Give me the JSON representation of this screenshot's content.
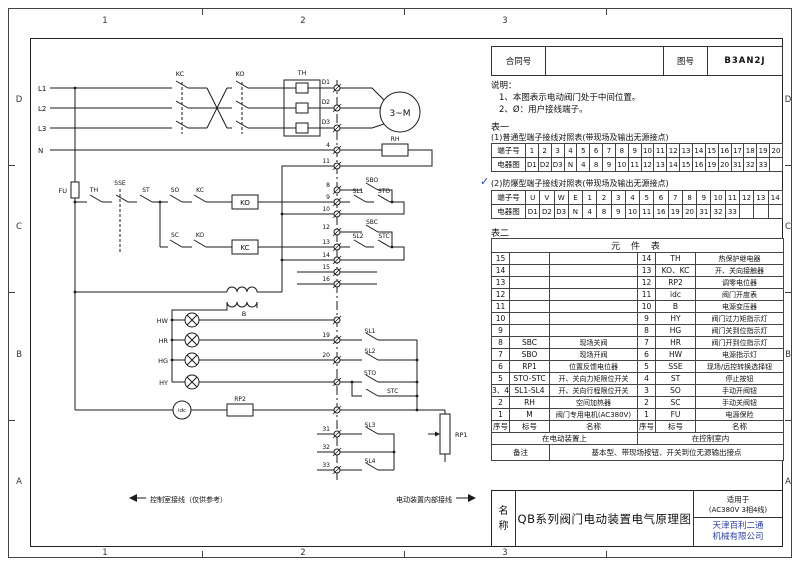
{
  "sheet": {
    "zone_cols": [
      "1",
      "2",
      "3"
    ],
    "zone_rows": [
      "D",
      "C",
      "B",
      "A"
    ]
  },
  "header_block": {
    "contract_label": "合同号",
    "contract_value": "",
    "drawing_no_label": "图号",
    "drawing_no": "B3AN2J"
  },
  "notes": {
    "title": "说明：",
    "items": [
      "1、本图表示电动阀门处于中间位置。",
      "2、Ø：用户接线端子。"
    ]
  },
  "table_one": {
    "title": "表一",
    "normal_caption": "(1)普通型端子接线对照表(带现场及输出无源接点)",
    "ex_check": "✓",
    "ex_caption": "(2)防爆型端子接线对照表(带现场及输出无源接点)",
    "terminal_label": "端子号",
    "wire_label": "电器图",
    "normal_terminals": [
      "1",
      "2",
      "3",
      "4",
      "5",
      "6",
      "7",
      "8",
      "9",
      "10",
      "11",
      "12",
      "13",
      "14",
      "15",
      "16",
      "17",
      "18",
      "19",
      "20"
    ],
    "normal_wires": [
      "D1",
      "D2",
      "D3",
      "N",
      "4",
      "8",
      "9",
      "10",
      "11",
      "12",
      "13",
      "14",
      "15",
      "16",
      "19",
      "20",
      "31",
      "32",
      "33",
      ""
    ],
    "ex_terminals": [
      "U",
      "V",
      "W",
      "E",
      "1",
      "2",
      "3",
      "4",
      "5",
      "6",
      "7",
      "8",
      "9",
      "10",
      "11",
      "12",
      "13",
      "14"
    ],
    "ex_wires": [
      "D1",
      "D2",
      "D3",
      "N",
      "4",
      "8",
      "9",
      "10",
      "11",
      "16",
      "19",
      "20",
      "31",
      "32",
      "33",
      "",
      "",
      ""
    ]
  },
  "table_two": {
    "title": "表二",
    "header": "元 件 表",
    "col_headers": [
      "序号",
      "标号",
      "名称",
      "序号",
      "标号",
      "名称"
    ],
    "rows": [
      [
        "15",
        "",
        "",
        "14",
        "TH",
        "热保护继电器"
      ],
      [
        "14",
        "",
        "",
        "13",
        "KO、KC",
        "开、关向接触器"
      ],
      [
        "13",
        "",
        "",
        "12",
        "RP2",
        "调零电位器"
      ],
      [
        "12",
        "",
        "",
        "11",
        "idc",
        "阀门开度表"
      ],
      [
        "11",
        "",
        "",
        "10",
        "B",
        "电源变压器"
      ],
      [
        "10",
        "",
        "",
        "9",
        "HY",
        "阀门过力矩指示灯"
      ],
      [
        "9",
        "",
        "",
        "8",
        "HG",
        "阀门关到位指示灯"
      ],
      [
        "8",
        "SBC",
        "现场关阀",
        "7",
        "HR",
        "阀门开到位指示灯"
      ],
      [
        "7",
        "SBO",
        "现场开阀",
        "6",
        "HW",
        "电源指示灯"
      ],
      [
        "6",
        "RP1",
        "位置反馈电位器",
        "5",
        "SSE",
        "现场/远控转换选择钮"
      ],
      [
        "5",
        "STO-STC",
        "开、关向力矩限位开关",
        "4",
        "ST",
        "停止按钮"
      ],
      [
        "3、4",
        "SL1-SL4",
        "开、关向行程限位开关",
        "3",
        "SO",
        "手动开阀钮"
      ],
      [
        "2",
        "RH",
        "空间加热器",
        "2",
        "SC",
        "手动关阀钮"
      ],
      [
        "1",
        "M",
        "阀门专用电机(AC380V)",
        "1",
        "FU",
        "电源保险"
      ]
    ],
    "location_left": "在电动装置上",
    "location_right": "在控制室内",
    "remark_label": "备注",
    "remark_text": "基本型、带现场按钮、开关到位无源输出接点"
  },
  "title_block": {
    "name_label": "名称",
    "name_value": "QB系列阀门电动装置电气原理图",
    "apply_label": "适用于",
    "apply_spec": "(AC380V 3相4线)",
    "company_line1": "天津百利二通",
    "company_line2": "机械有限公司"
  },
  "schematic": {
    "phases": [
      "L1",
      "L2",
      "L3",
      "N"
    ],
    "labels": {
      "kc": "KC",
      "ko": "KO",
      "th_power": "TH",
      "d1": "D1",
      "d2": "D2",
      "d3": "D3",
      "motor": "3~M",
      "rh": "RH",
      "fu": "FU",
      "th": "TH",
      "sse": "SSE",
      "st": "ST",
      "so": "SO",
      "sc": "SC",
      "kc_aux": "KC",
      "ko_aux": "KO",
      "ko_coil": "KO",
      "kc_coil": "KC",
      "sbo": "SBO",
      "sbc": "SBC",
      "sl1": "SL1",
      "sto": "STO",
      "sl2": "SL2",
      "stc": "STC",
      "hw": "HW",
      "hr": "HR",
      "hg": "HG",
      "hy": "HY",
      "b": "B",
      "idc": "idc",
      "rp2": "RP2",
      "rp1": "RP1",
      "sl1_lamp": "SL1",
      "sl2_lamp": "SL2",
      "sto_lamp": "STO",
      "stc_lamp": "STC",
      "sl3": "SL3",
      "sl4": "SL4"
    },
    "terminals": {
      "t4": "4",
      "t8": "8",
      "t9": "9",
      "t10": "10",
      "t11": "11",
      "t12": "12",
      "t13": "13",
      "t14": "14",
      "t15": "15",
      "t16": "16",
      "t19": "19",
      "t20": "20",
      "t31": "31",
      "t32": "32",
      "t33": "33"
    },
    "footer_left": "控制室接线（仅供参考）",
    "footer_right": "电动装置内部接线"
  }
}
